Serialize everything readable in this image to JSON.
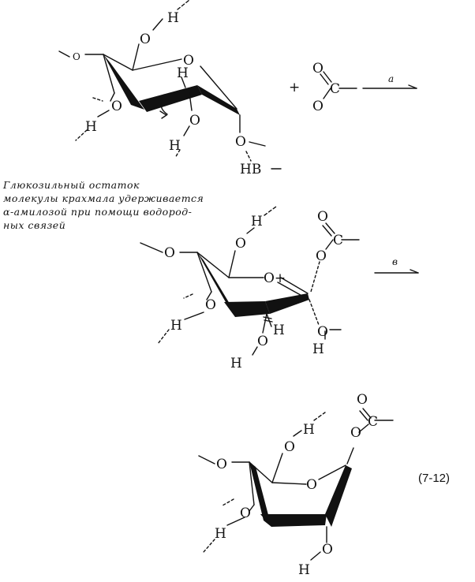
{
  "atoms": {
    "O": "O",
    "H": "H",
    "HB": "HB",
    "C": "C",
    "O_plus": "O+"
  },
  "reaction": {
    "plus_sign": "+",
    "arrow_a_label": "a",
    "arrow_b_label": "в"
  },
  "caption": {
    "line1": "Глюкозильный остаток",
    "line2": "молекулы крахмала удерживается",
    "line3": "α-амилозой при помощи водород-",
    "line4": "ных связей"
  },
  "equation_number": "(7-12)"
}
